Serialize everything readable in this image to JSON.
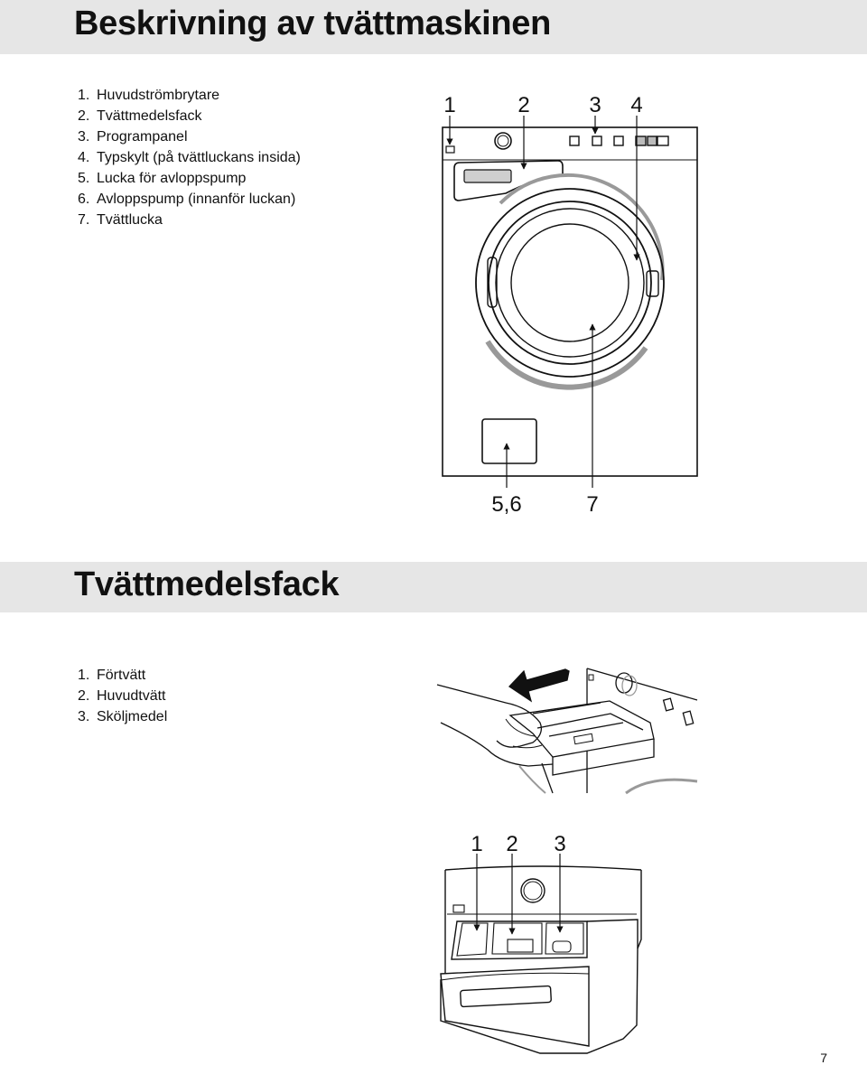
{
  "section1": {
    "title": "Beskrivning av tvättmaskinen",
    "items": [
      {
        "num": "1.",
        "text": "Huvudströmbrytare"
      },
      {
        "num": "2.",
        "text": "Tvättmedelsfack"
      },
      {
        "num": "3.",
        "text": "Programpanel"
      },
      {
        "num": "4.",
        "text": "Typskylt (på tvättluckans insida)"
      },
      {
        "num": "5.",
        "text": "Lucka för avloppspump"
      },
      {
        "num": "6.",
        "text": "Avloppspump (innanför luckan)"
      },
      {
        "num": "7.",
        "text": "Tvättlucka"
      }
    ],
    "figure_callouts": [
      "1",
      "2",
      "3",
      "4",
      "5,6",
      "7"
    ]
  },
  "section2": {
    "title": "Tvättmedelsfack",
    "items": [
      {
        "num": "1.",
        "text": "Förtvätt"
      },
      {
        "num": "2.",
        "text": "Huvudtvätt"
      },
      {
        "num": "3.",
        "text": "Sköljmedel"
      }
    ],
    "figure_callouts": [
      "1",
      "2",
      "3"
    ]
  },
  "page_number": "7"
}
